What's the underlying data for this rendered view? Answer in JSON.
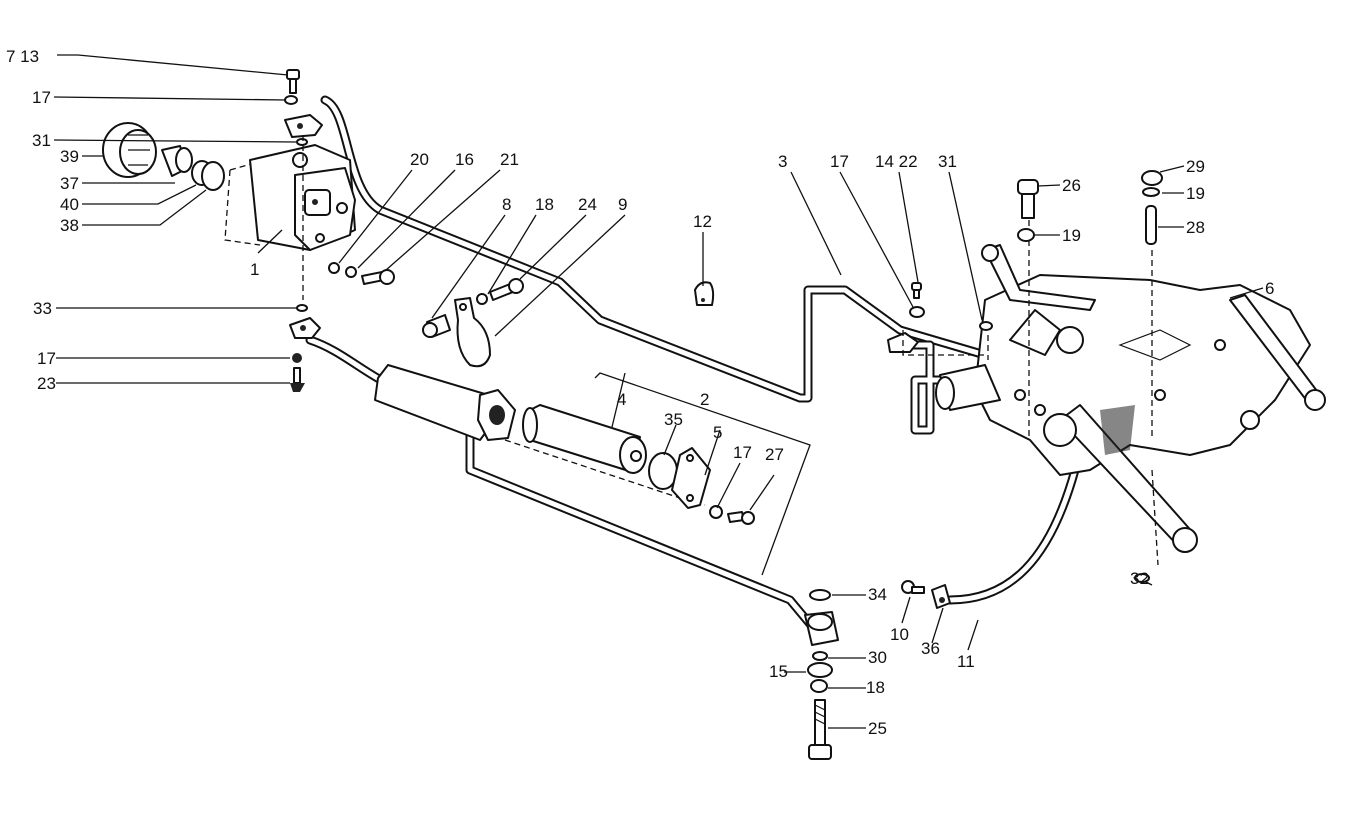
{
  "diagram": {
    "type": "exploded-parts-diagram",
    "subject": "hydraulic lift housing with pump, suction/delivery pipes and filter",
    "callouts": [
      {
        "id": "c1",
        "label": "1"
      },
      {
        "id": "c2",
        "label": "2"
      },
      {
        "id": "c3",
        "label": "3"
      },
      {
        "id": "c4",
        "label": "4"
      },
      {
        "id": "c5",
        "label": "5"
      },
      {
        "id": "c6",
        "label": "6"
      },
      {
        "id": "c7-13",
        "label": "7 13"
      },
      {
        "id": "c8",
        "label": "8"
      },
      {
        "id": "c9",
        "label": "9"
      },
      {
        "id": "c10",
        "label": "10"
      },
      {
        "id": "c11",
        "label": "11"
      },
      {
        "id": "c12",
        "label": "12"
      },
      {
        "id": "c14-22",
        "label": "14 22"
      },
      {
        "id": "c15",
        "label": "15"
      },
      {
        "id": "c16",
        "label": "16"
      },
      {
        "id": "c17a",
        "label": "17"
      },
      {
        "id": "c17b",
        "label": "17"
      },
      {
        "id": "c17c",
        "label": "17"
      },
      {
        "id": "c17d",
        "label": "17"
      },
      {
        "id": "c18a",
        "label": "18"
      },
      {
        "id": "c18b",
        "label": "18"
      },
      {
        "id": "c19a",
        "label": "19"
      },
      {
        "id": "c19b",
        "label": "19"
      },
      {
        "id": "c20",
        "label": "20"
      },
      {
        "id": "c21",
        "label": "21"
      },
      {
        "id": "c23",
        "label": "23"
      },
      {
        "id": "c24",
        "label": "24"
      },
      {
        "id": "c25",
        "label": "25"
      },
      {
        "id": "c26",
        "label": "26"
      },
      {
        "id": "c27",
        "label": "27"
      },
      {
        "id": "c28",
        "label": "28"
      },
      {
        "id": "c29",
        "label": "29"
      },
      {
        "id": "c30",
        "label": "30"
      },
      {
        "id": "c31a",
        "label": "31"
      },
      {
        "id": "c31b",
        "label": "31"
      },
      {
        "id": "c32",
        "label": "32"
      },
      {
        "id": "c33",
        "label": "33"
      },
      {
        "id": "c34",
        "label": "34"
      },
      {
        "id": "c35",
        "label": "35"
      },
      {
        "id": "c36",
        "label": "36"
      },
      {
        "id": "c37",
        "label": "37"
      },
      {
        "id": "c38",
        "label": "38"
      },
      {
        "id": "c39",
        "label": "39"
      },
      {
        "id": "c40",
        "label": "40"
      }
    ]
  }
}
